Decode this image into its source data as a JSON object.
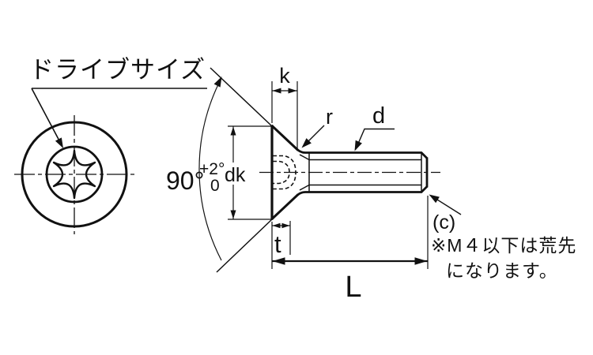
{
  "drawing": {
    "type_label": "countersunk-torx-screw-technical-drawing",
    "callouts": {
      "drive_size": "ドライブサイズ",
      "k": "k",
      "dk": "dk",
      "t": "t",
      "L": "L",
      "r": "r",
      "d": "d",
      "c": "(c)",
      "angle_base": "90°",
      "angle_tol_upper": "+2°",
      "angle_tol_lower": "0"
    },
    "note": {
      "line1": "※M４以下は荒先",
      "line2": "になります。"
    },
    "colors": {
      "line": "#111111",
      "background": "#ffffff"
    }
  }
}
